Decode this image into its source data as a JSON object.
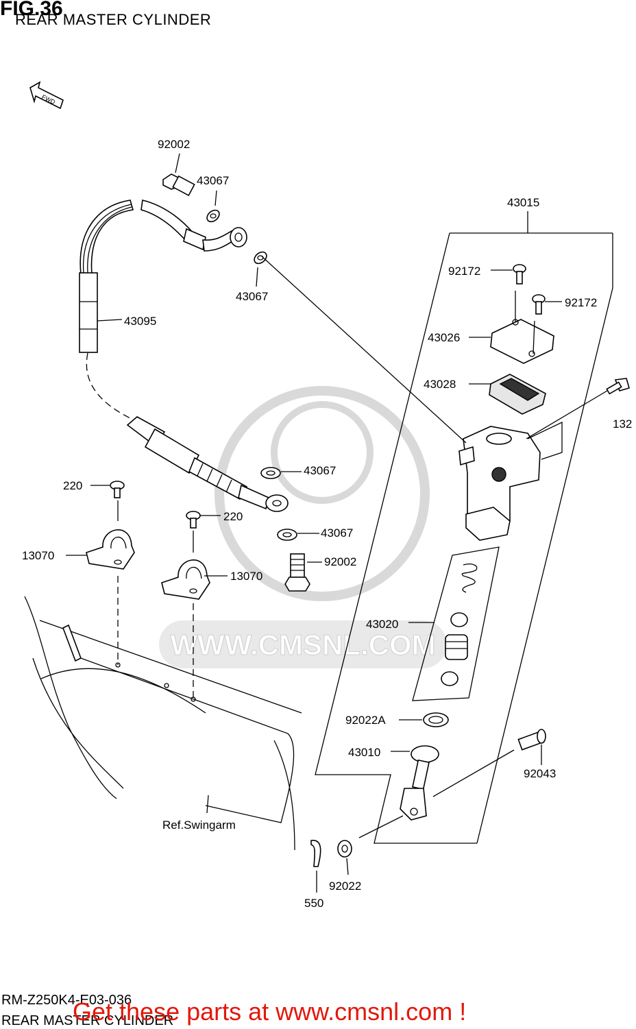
{
  "header": {
    "fig_label": "FIG.36",
    "title": "REAR MASTER CYLINDER"
  },
  "direction_marker": "FWD",
  "watermark": "WWW.CMSNL.COM",
  "callouts": {
    "p92002_top": "92002",
    "p43067_a": "43067",
    "p43067_b": "43067",
    "p43095": "43095",
    "p43015": "43015",
    "p92172_a": "92172",
    "p92172_b": "92172",
    "p43026": "43026",
    "p43028": "43028",
    "p132": "132",
    "p43067_c": "43067",
    "p220_a": "220",
    "p220_b": "220",
    "p43067_d": "43067",
    "p13070_a": "13070",
    "p13070_b": "13070",
    "p92002_b": "92002",
    "p43020": "43020",
    "p92022A": "92022A",
    "p43010": "43010",
    "p92043": "92043",
    "ref_swingarm": "Ref.Swingarm",
    "p92022": "92022",
    "p550": "550"
  },
  "footer": {
    "diagram_code": "RM-Z250K4-E03-036",
    "subtitle": "REAR MASTER CYLINDER",
    "cta": "Get these parts at www.cmsnl.com !"
  },
  "colors": {
    "line": "#000000",
    "watermark": "#d9d9d9",
    "cta": "#e3170a"
  }
}
